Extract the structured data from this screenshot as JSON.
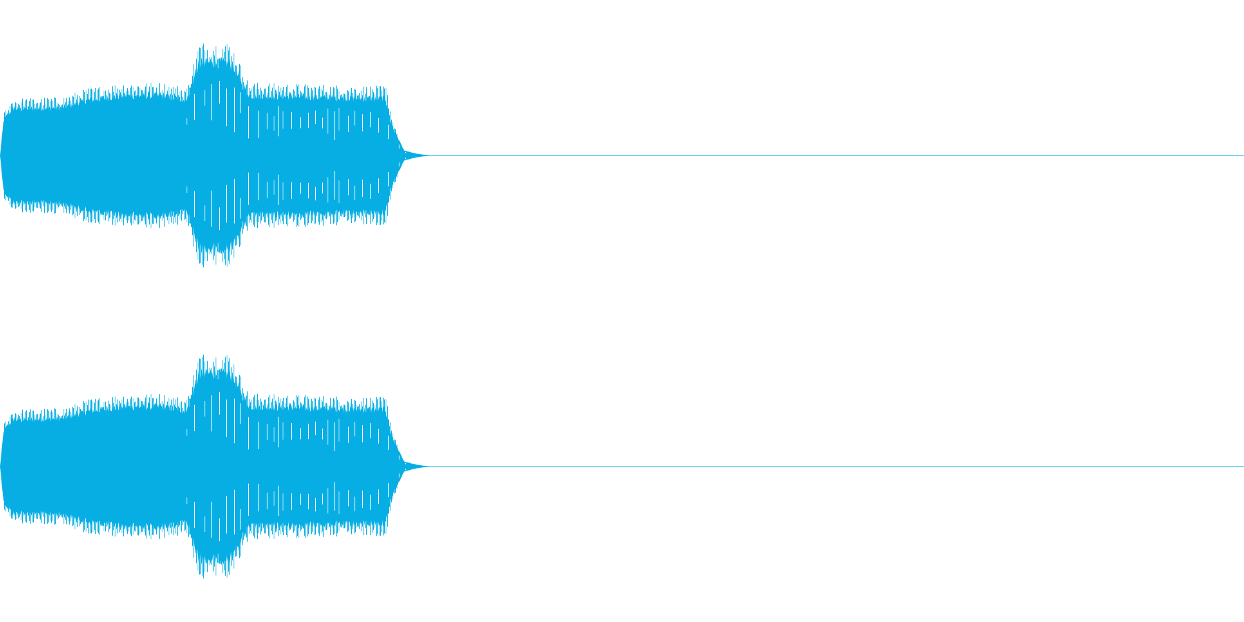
{
  "colors": {
    "waveform": "#06aee4",
    "background": "#ffffff"
  },
  "waveform": {
    "channels": 2,
    "envelope_keyframes": [
      [
        0.0,
        0.0
      ],
      [
        0.003,
        0.6
      ],
      [
        0.01,
        0.78
      ],
      [
        0.05,
        0.8
      ],
      [
        0.07,
        0.92
      ],
      [
        0.1,
        1.0
      ],
      [
        0.13,
        1.0
      ],
      [
        0.15,
        0.93
      ],
      [
        0.16,
        1.55
      ],
      [
        0.185,
        1.55
      ],
      [
        0.2,
        1.0
      ],
      [
        0.3,
        0.95
      ],
      [
        0.31,
        0.95
      ],
      [
        0.315,
        0.5
      ],
      [
        0.325,
        0.08
      ],
      [
        0.335,
        0.03
      ],
      [
        0.345,
        0.0
      ],
      [
        1.0,
        0.0
      ]
    ],
    "sound_end_fraction": 0.345
  }
}
